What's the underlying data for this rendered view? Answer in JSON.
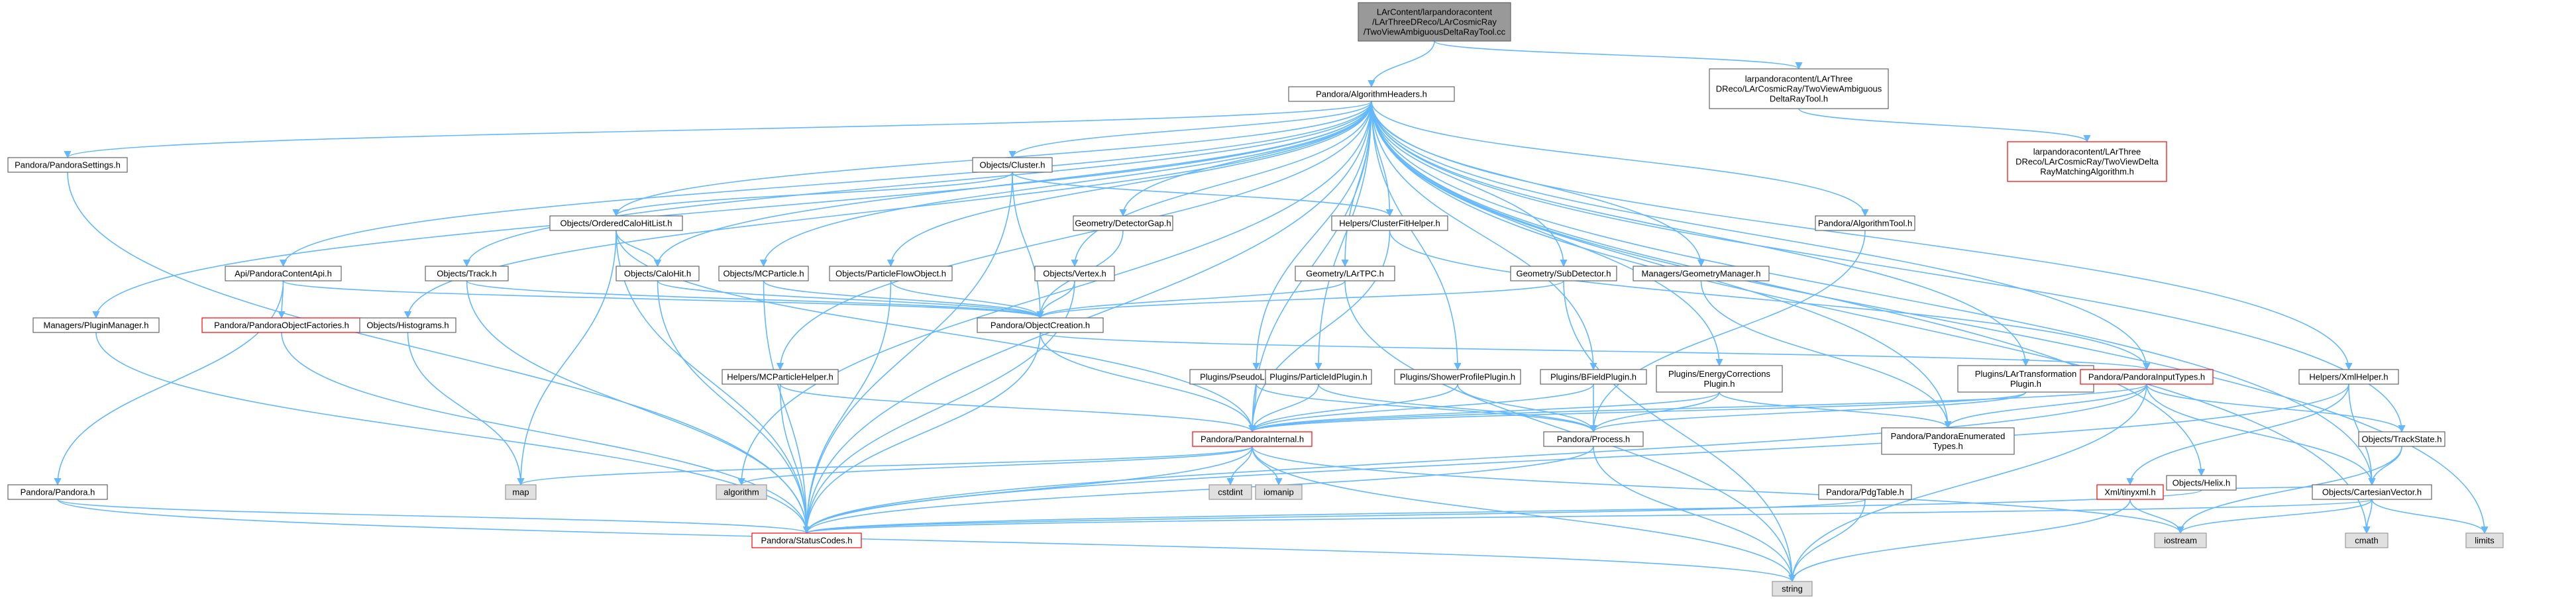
{
  "diagram": {
    "type": "include-dependency-graph",
    "colors": {
      "edge": "#63b8ff",
      "root_fill": "#999999",
      "normal_stroke": "#666666",
      "missing_fill": "#e0e0e0",
      "missing_stroke": "#999999",
      "highlight_stroke": "#ff0000"
    },
    "nodes": [
      {
        "id": "root",
        "label": "LArContent/larpandoracontent\n/LArThreeDReco/LArCosmicRay\n/TwoViewAmbiguousDeltaRayTool.cc",
        "style": "root"
      },
      {
        "id": "algo_headers",
        "label": "Pandora/AlgorithmHeaders.h",
        "style": "normal"
      },
      {
        "id": "ambig_tool_h",
        "label": "larpandoracontent/LArThree\nDReco/LArCosmicRay/TwoViewAmbiguous\nDeltaRayTool.h",
        "style": "normal"
      },
      {
        "id": "matching_alg",
        "label": "larpandoracontent/LArThree\nDReco/LArCosmicRay/TwoViewDelta\nRayMatchingAlgorithm.h",
        "style": "highlight"
      },
      {
        "id": "pandora_settings",
        "label": "Pandora/PandoraSettings.h",
        "style": "normal"
      },
      {
        "id": "objects_cluster",
        "label": "Objects/Cluster.h",
        "style": "normal"
      },
      {
        "id": "ordered_calohitlist",
        "label": "Objects/OrderedCaloHitList.h",
        "style": "normal"
      },
      {
        "id": "geometry_detectorgap",
        "label": "Geometry/DetectorGap.h",
        "style": "normal"
      },
      {
        "id": "helpers_clusterfithelper",
        "label": "Helpers/ClusterFitHelper.h",
        "style": "normal"
      },
      {
        "id": "pandora_algorithmtool",
        "label": "Pandora/AlgorithmTool.h",
        "style": "normal"
      },
      {
        "id": "api_contentapi",
        "label": "Api/PandoraContentApi.h",
        "style": "normal"
      },
      {
        "id": "objects_track",
        "label": "Objects/Track.h",
        "style": "normal"
      },
      {
        "id": "objects_calohit",
        "label": "Objects/CaloHit.h",
        "style": "normal"
      },
      {
        "id": "objects_mcparticle",
        "label": "Objects/MCParticle.h",
        "style": "normal"
      },
      {
        "id": "objects_pfo",
        "label": "Objects/ParticleFlowObject.h",
        "style": "normal"
      },
      {
        "id": "objects_vertex",
        "label": "Objects/Vertex.h",
        "style": "normal"
      },
      {
        "id": "geometry_lartpc",
        "label": "Geometry/LArTPC.h",
        "style": "normal"
      },
      {
        "id": "geometry_subdetector",
        "label": "Geometry/SubDetector.h",
        "style": "normal"
      },
      {
        "id": "managers_geometry",
        "label": "Managers/GeometryManager.h",
        "style": "normal"
      },
      {
        "id": "managers_plugin",
        "label": "Managers/PluginManager.h",
        "style": "normal"
      },
      {
        "id": "object_factories",
        "label": "Pandora/PandoraObjectFactories.h",
        "style": "highlight"
      },
      {
        "id": "objects_histograms",
        "label": "Objects/Histograms.h",
        "style": "normal"
      },
      {
        "id": "object_creation",
        "label": "Pandora/ObjectCreation.h",
        "style": "normal"
      },
      {
        "id": "helpers_mcparticle",
        "label": "Helpers/MCParticleHelper.h",
        "style": "normal"
      },
      {
        "id": "plugins_pseudolayer",
        "label": "Plugins/PseudoLayerPlugin.h",
        "style": "normal"
      },
      {
        "id": "plugins_particleid",
        "label": "Plugins/ParticleIdPlugin.h",
        "style": "normal"
      },
      {
        "id": "plugins_showerprofile",
        "label": "Plugins/ShowerProfilePlugin.h",
        "style": "normal"
      },
      {
        "id": "plugins_bfield",
        "label": "Plugins/BFieldPlugin.h",
        "style": "normal"
      },
      {
        "id": "plugins_energycorr",
        "label": "Plugins/EnergyCorrections\nPlugin.h",
        "style": "normal"
      },
      {
        "id": "plugins_lartransform",
        "label": "Plugins/LArTransformation\nPlugin.h",
        "style": "normal"
      },
      {
        "id": "pandora_inputtypes",
        "label": "Pandora/PandoraInputTypes.h",
        "style": "highlight"
      },
      {
        "id": "helpers_xmlhelper",
        "label": "Helpers/XmlHelper.h",
        "style": "normal"
      },
      {
        "id": "pandora_pandora",
        "label": "Pandora/Pandora.h",
        "style": "normal"
      },
      {
        "id": "pandora_internal",
        "label": "Pandora/PandoraInternal.h",
        "style": "highlight"
      },
      {
        "id": "pandora_process",
        "label": "Pandora/Process.h",
        "style": "normal"
      },
      {
        "id": "enumerated_types",
        "label": "Pandora/PandoraEnumerated\nTypes.h",
        "style": "normal"
      },
      {
        "id": "objects_trackstate",
        "label": "Objects/TrackState.h",
        "style": "normal"
      },
      {
        "id": "objects_helix",
        "label": "Objects/Helix.h",
        "style": "normal"
      },
      {
        "id": "pandora_pdgtable",
        "label": "Pandora/PdgTable.h",
        "style": "normal"
      },
      {
        "id": "xml_tinyxml",
        "label": "Xml/tinyxml.h",
        "style": "highlight"
      },
      {
        "id": "objects_cartesian",
        "label": "Objects/CartesianVector.h",
        "style": "normal"
      },
      {
        "id": "statuscodes",
        "label": "Pandora/StatusCodes.h",
        "style": "highlight"
      },
      {
        "id": "map",
        "label": "map",
        "style": "missing"
      },
      {
        "id": "algorithm",
        "label": "algorithm",
        "style": "missing"
      },
      {
        "id": "cstdint",
        "label": "cstdint",
        "style": "missing"
      },
      {
        "id": "iomanip",
        "label": "iomanip",
        "style": "missing"
      },
      {
        "id": "string",
        "label": "string",
        "style": "missing"
      },
      {
        "id": "iostream",
        "label": "iostream",
        "style": "missing"
      },
      {
        "id": "cmath",
        "label": "cmath",
        "style": "missing"
      },
      {
        "id": "limits",
        "label": "limits",
        "style": "missing"
      }
    ],
    "edges": [
      [
        "root",
        "algo_headers"
      ],
      [
        "root",
        "ambig_tool_h"
      ],
      [
        "ambig_tool_h",
        "matching_alg"
      ],
      [
        "algo_headers",
        "pandora_settings"
      ],
      [
        "algo_headers",
        "objects_cluster"
      ],
      [
        "algo_headers",
        "ordered_calohitlist"
      ],
      [
        "algo_headers",
        "geometry_detectorgap"
      ],
      [
        "algo_headers",
        "helpers_clusterfithelper"
      ],
      [
        "algo_headers",
        "pandora_algorithmtool"
      ],
      [
        "algo_headers",
        "api_contentapi"
      ],
      [
        "algo_headers",
        "objects_track"
      ],
      [
        "algo_headers",
        "objects_calohit"
      ],
      [
        "algo_headers",
        "objects_mcparticle"
      ],
      [
        "algo_headers",
        "objects_pfo"
      ],
      [
        "algo_headers",
        "objects_vertex"
      ],
      [
        "algo_headers",
        "geometry_lartpc"
      ],
      [
        "algo_headers",
        "geometry_subdetector"
      ],
      [
        "algo_headers",
        "managers_geometry"
      ],
      [
        "algo_headers",
        "managers_plugin"
      ],
      [
        "algo_headers",
        "objects_histograms"
      ],
      [
        "algo_headers",
        "helpers_mcparticle"
      ],
      [
        "algo_headers",
        "plugins_pseudolayer"
      ],
      [
        "algo_headers",
        "plugins_particleid"
      ],
      [
        "algo_headers",
        "plugins_showerprofile"
      ],
      [
        "algo_headers",
        "plugins_bfield"
      ],
      [
        "algo_headers",
        "plugins_energycorr"
      ],
      [
        "algo_headers",
        "plugins_lartransform"
      ],
      [
        "algo_headers",
        "pandora_inputtypes"
      ],
      [
        "algo_headers",
        "helpers_xmlhelper"
      ],
      [
        "algo_headers",
        "objects_helix"
      ],
      [
        "algo_headers",
        "objects_trackstate"
      ],
      [
        "algo_headers",
        "objects_cartesian"
      ],
      [
        "algo_headers",
        "enumerated_types"
      ],
      [
        "algo_headers",
        "pandora_internal"
      ],
      [
        "algo_headers",
        "algorithm"
      ],
      [
        "algo_headers",
        "cmath"
      ],
      [
        "algo_headers",
        "limits"
      ],
      [
        "algo_headers",
        "statuscodes"
      ],
      [
        "pandora_settings",
        "statuscodes"
      ],
      [
        "objects_cluster",
        "ordered_calohitlist"
      ],
      [
        "objects_cluster",
        "helpers_clusterfithelper"
      ],
      [
        "objects_cluster",
        "object_creation"
      ],
      [
        "objects_cluster",
        "statuscodes"
      ],
      [
        "ordered_calohitlist",
        "objects_calohit"
      ],
      [
        "ordered_calohitlist",
        "map"
      ],
      [
        "ordered_calohitlist",
        "pandora_internal"
      ],
      [
        "ordered_calohitlist",
        "statuscodes"
      ],
      [
        "geometry_detectorgap",
        "object_creation"
      ],
      [
        "helpers_clusterfithelper",
        "pandora_inputtypes"
      ],
      [
        "helpers_clusterfithelper",
        "pandora_internal"
      ],
      [
        "pandora_algorithmtool",
        "pandora_process"
      ],
      [
        "api_contentapi",
        "object_creation"
      ],
      [
        "api_contentapi",
        "object_factories"
      ],
      [
        "api_contentapi",
        "pandora_pandora"
      ],
      [
        "objects_track",
        "object_creation"
      ],
      [
        "objects_track",
        "statuscodes"
      ],
      [
        "objects_calohit",
        "object_creation"
      ],
      [
        "objects_calohit",
        "statuscodes"
      ],
      [
        "objects_mcparticle",
        "object_creation"
      ],
      [
        "objects_mcparticle",
        "statuscodes"
      ],
      [
        "objects_pfo",
        "object_creation"
      ],
      [
        "objects_pfo",
        "statuscodes"
      ],
      [
        "objects_vertex",
        "object_creation"
      ],
      [
        "objects_vertex",
        "statuscodes"
      ],
      [
        "geometry_lartpc",
        "object_creation"
      ],
      [
        "geometry_lartpc",
        "string"
      ],
      [
        "geometry_subdetector",
        "object_creation"
      ],
      [
        "geometry_subdetector",
        "string"
      ],
      [
        "managers_geometry",
        "enumerated_types"
      ],
      [
        "managers_plugin",
        "statuscodes"
      ],
      [
        "object_factories",
        "statuscodes"
      ],
      [
        "objects_histograms",
        "map"
      ],
      [
        "object_creation",
        "pandora_inputtypes"
      ],
      [
        "object_creation",
        "pandora_internal"
      ],
      [
        "object_creation",
        "statuscodes"
      ],
      [
        "helpers_mcparticle",
        "pandora_internal"
      ],
      [
        "helpers_mcparticle",
        "statuscodes"
      ],
      [
        "plugins_pseudolayer",
        "pandora_internal"
      ],
      [
        "plugins_pseudolayer",
        "pandora_process"
      ],
      [
        "plugins_particleid",
        "pandora_internal"
      ],
      [
        "plugins_particleid",
        "pandora_process"
      ],
      [
        "plugins_showerprofile",
        "pandora_internal"
      ],
      [
        "plugins_showerprofile",
        "pandora_process"
      ],
      [
        "plugins_bfield",
        "pandora_internal"
      ],
      [
        "plugins_bfield",
        "pandora_process"
      ],
      [
        "plugins_energycorr",
        "pandora_internal"
      ],
      [
        "plugins_energycorr",
        "pandora_process"
      ],
      [
        "plugins_energycorr",
        "enumerated_types"
      ],
      [
        "plugins_lartransform",
        "pandora_internal"
      ],
      [
        "plugins_lartransform",
        "pandora_process"
      ],
      [
        "pandora_inputtypes",
        "enumerated_types"
      ],
      [
        "pandora_inputtypes",
        "pandora_internal"
      ],
      [
        "pandora_inputtypes",
        "objects_trackstate"
      ],
      [
        "pandora_inputtypes",
        "objects_cartesian"
      ],
      [
        "pandora_inputtypes",
        "statuscodes"
      ],
      [
        "pandora_inputtypes",
        "string"
      ],
      [
        "helpers_xmlhelper",
        "objects_cartesian"
      ],
      [
        "helpers_xmlhelper",
        "xml_tinyxml"
      ],
      [
        "helpers_xmlhelper",
        "statuscodes"
      ],
      [
        "pandora_pandora",
        "statuscodes"
      ],
      [
        "pandora_pandora",
        "string"
      ],
      [
        "pandora_internal",
        "map"
      ],
      [
        "pandora_internal",
        "algorithm"
      ],
      [
        "pandora_internal",
        "cstdint"
      ],
      [
        "pandora_internal",
        "iomanip"
      ],
      [
        "pandora_internal",
        "string"
      ],
      [
        "pandora_internal",
        "statuscodes"
      ],
      [
        "pandora_internal",
        "iostream"
      ],
      [
        "pandora_process",
        "statuscodes"
      ],
      [
        "pandora_process",
        "string"
      ],
      [
        "objects_trackstate",
        "objects_cartesian"
      ],
      [
        "objects_trackstate",
        "iostream"
      ],
      [
        "objects_helix",
        "objects_cartesian"
      ],
      [
        "objects_helix",
        "statuscodes"
      ],
      [
        "pandora_pdgtable",
        "statuscodes"
      ],
      [
        "pandora_pdgtable",
        "string"
      ],
      [
        "xml_tinyxml",
        "iostream"
      ],
      [
        "xml_tinyxml",
        "string"
      ],
      [
        "objects_cartesian",
        "cmath"
      ],
      [
        "objects_cartesian",
        "iostream"
      ],
      [
        "objects_cartesian",
        "limits"
      ],
      [
        "objects_cartesian",
        "statuscodes"
      ]
    ]
  }
}
